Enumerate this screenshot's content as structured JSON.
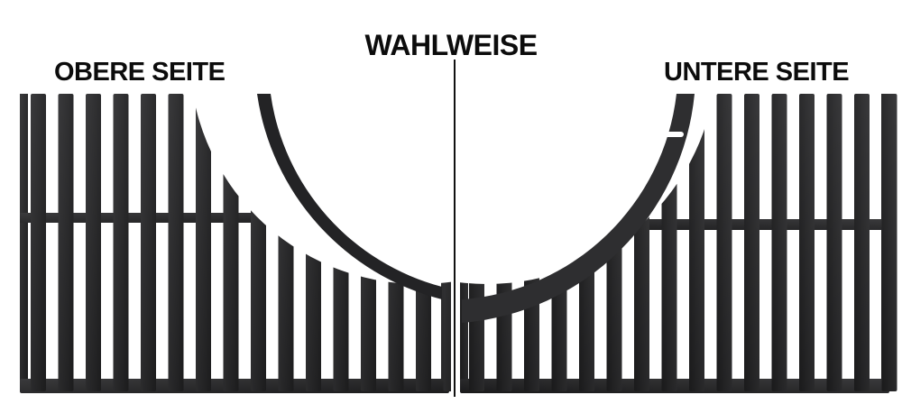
{
  "labels": {
    "center": "WAHLWEISE",
    "left": "OBERE SEITE",
    "right": "UNTERE SEITE"
  },
  "colors": {
    "background": "#ffffff",
    "cast_iron": "#2b2b2d",
    "cast_iron_dark": "#161617",
    "text": "#0c0c0c"
  }
}
